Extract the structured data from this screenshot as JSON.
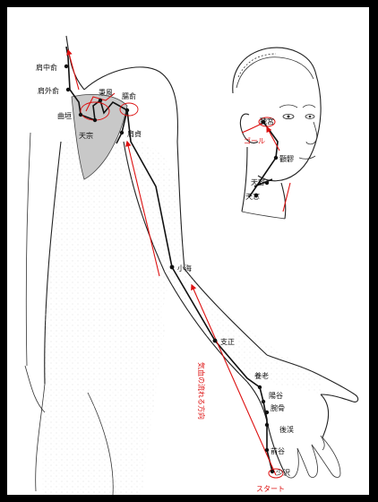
{
  "points": {
    "kenchusho": "肩中俞",
    "kengaisho": "肩外俞",
    "kyokuen": "曲垣",
    "heifu": "秉風",
    "jusho": "臑俞",
    "tenso": "天宗",
    "kentei": "肩貞",
    "shokai": "小海",
    "shisei": "支正",
    "yoro": "養老",
    "yokoku": "陽谷",
    "wankotsu": "腕骨",
    "kokei": "後渓",
    "zenkoku": "前谷",
    "shotaku": "少沢",
    "chokyu": "聴宮",
    "kenryo": "顴髎",
    "tenyo": "天容",
    "tenso_neck": "天窓"
  },
  "annotations": {
    "start": "スタート",
    "goal": "ゴール",
    "flow_direction": "気血の流れる方向"
  },
  "colors": {
    "meridian": "#111111",
    "flow_arrow": "#dd1111",
    "scapula_fill": "#c8c8c8",
    "frame": "#000000"
  }
}
